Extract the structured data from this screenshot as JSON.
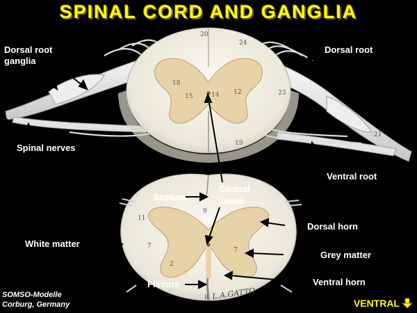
{
  "title": "SPINAL CORD AND GANGLIA",
  "labels": {
    "dorsal_root_ganglia_1": "Dorsal root",
    "dorsal_root_ganglia_2": "ganglia",
    "spinal_nerves": "Spinal nerves",
    "dorsal_root": "Dorsal root",
    "ventral_root": "Ventral root",
    "septum": "Septum",
    "central_canal_1": "Central",
    "central_canal_2": "canal",
    "white_matter": "White matter",
    "dorsal_horn": "Dorsal horn",
    "grey_matter": "Grey matter",
    "ventral_horn": "Ventral horn",
    "fissure": "Fissure"
  },
  "credit": {
    "line1": "SOMSO-Modelle",
    "line2": "Corburg, Germany"
  },
  "orientation": {
    "label": "VENTRAL",
    "icon": "arrow-down-icon"
  },
  "model_numbers": {
    "top_20": "20",
    "top_24": "24",
    "top_18": "18",
    "top_15": "15",
    "top_14": "14",
    "top_12": "12",
    "top_23": "23",
    "top_21": "21",
    "top_19": "19",
    "bottom_11": "11",
    "bottom_9": "9",
    "bottom_7a": "7",
    "bottom_7b": "7",
    "bottom_2": "2",
    "bottom_8": "8"
  },
  "signature": "L.A.GATTO",
  "colors": {
    "background": "#000000",
    "title": "#ffff00",
    "label": "#ffffff",
    "white_matter": "#f2efe4",
    "grey_matter": "#e8d3a9",
    "nerve": "#e6e6e6"
  }
}
